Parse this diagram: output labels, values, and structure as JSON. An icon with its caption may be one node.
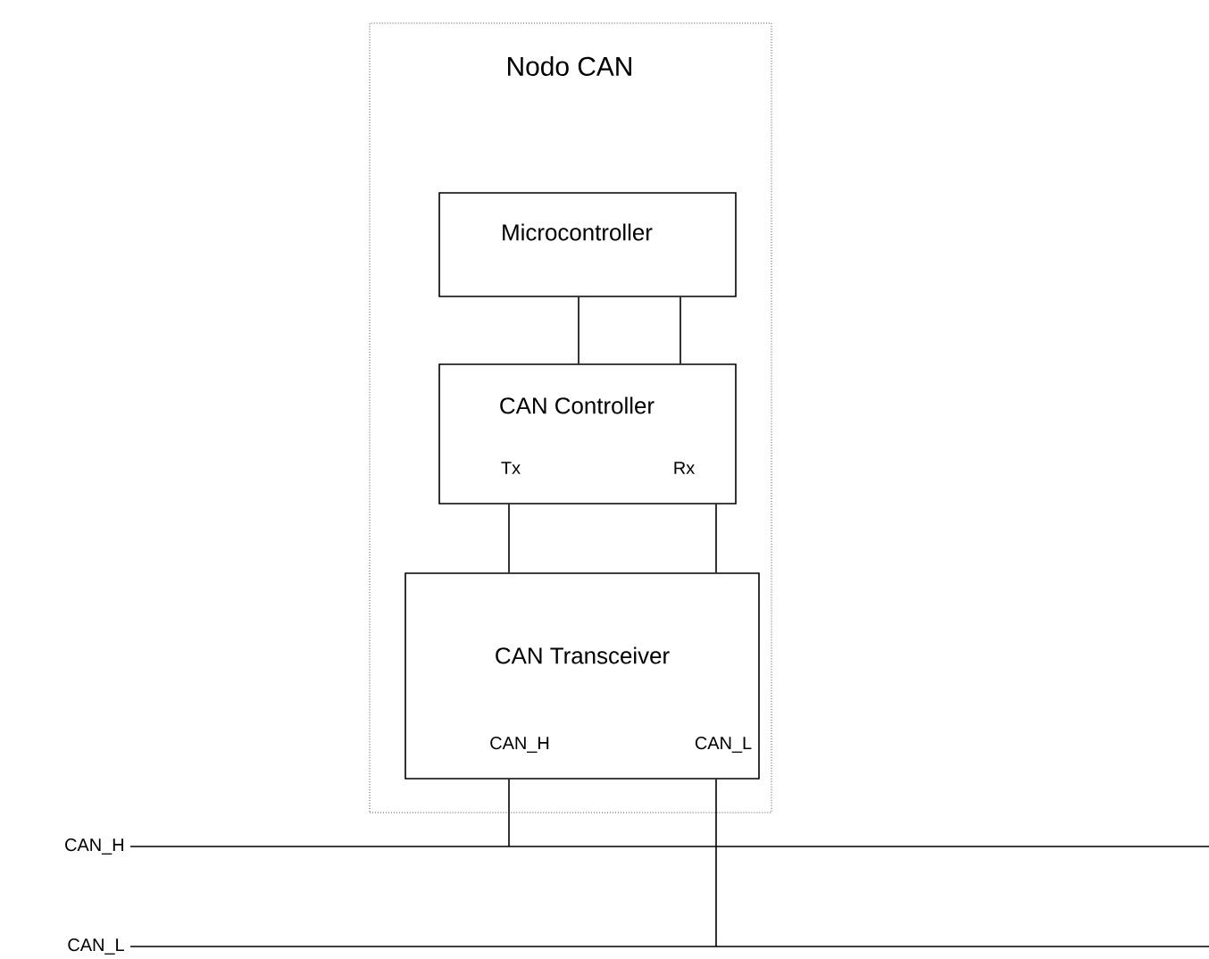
{
  "diagram": {
    "nodes": [
      {
        "text": [
          "Nodo CAN"
        ]
      },
      {
        "text": [
          "Microcontroller"
        ],
        "in": 0
      },
      {
        "text": [
          "CAN Controller",
          "Tx",
          "Rx"
        ],
        "in": 0
      },
      {
        "text": [
          "CAN Transceiver",
          "CAN_H",
          "CAN_L"
        ],
        "in": 0
      },
      {
        "text": [],
        "shape": "bar",
        "beside": [
          "CAN_H"
        ]
      },
      {
        "text": [],
        "shape": "bar",
        "beside": [
          "CAN_L"
        ]
      }
    ],
    "edges": [
      {
        "from": 1,
        "to": 2,
        "arrow": "none"
      },
      {
        "from": 1,
        "to": 2,
        "arrow": "none"
      },
      {
        "from": 2,
        "to": 3,
        "arrow": "none"
      },
      {
        "from": 2,
        "to": 3,
        "arrow": "none"
      },
      {
        "from": 3,
        "to": 4,
        "arrow": "none"
      },
      {
        "from": 3,
        "to": 5,
        "arrow": "none"
      }
    ]
  }
}
